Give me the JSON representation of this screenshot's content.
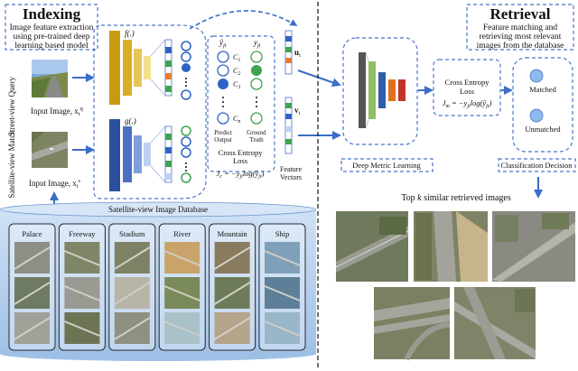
{
  "indexing": {
    "title": "Indexing",
    "desc_lines": [
      "Image feature extraction",
      "using pre-trained deep",
      "learning based model"
    ],
    "street_query": "Street-view Query",
    "satellite_match": "Satellite-view Match",
    "input_q": "Input Image, x",
    "input_q_sup": "q",
    "input_q_sub": "i",
    "input_s": "Input Image, x",
    "input_s_sup": "s",
    "input_s_sub": "i",
    "f_label": "f(.)",
    "g_label": "g(.)",
    "y_hat": "ŷ",
    "y_hat_sub": "ji",
    "y_label": "y",
    "y_sub": "ji",
    "classes": [
      "C",
      "C",
      "C",
      "C"
    ],
    "class_subs": [
      "1",
      "2",
      "3",
      "n"
    ],
    "predict_output": [
      "Predict",
      "Output"
    ],
    "ground_truth": [
      "Ground",
      "Truth"
    ],
    "ce_loss": [
      "Cross Entropy",
      "Loss"
    ],
    "ce_formula": "J",
    "ce_formula_sub": "c",
    "ce_formula_rest": " = −y",
    "ce_formula_rest_sub": "ji",
    "ce_formula_tail": "log(ŷ",
    "ce_formula_tail_sub": "ji",
    "ce_formula_end": ")",
    "u_label": "u",
    "u_sub": "i",
    "v_label": "v",
    "v_sub": "i",
    "feature_vectors": [
      "Feature",
      "Vectors"
    ]
  },
  "database": {
    "title": "Satellite-view Image Database",
    "categories": [
      "Palace",
      "Freeway",
      "Stadium",
      "River",
      "Mountain",
      "Ship"
    ]
  },
  "retrieval": {
    "title": "Retrieval",
    "desc_lines": [
      "Feature matching and",
      "retrieving most relevant",
      "images from the database"
    ],
    "loss_lines": [
      "Cross Entropy",
      "Loss"
    ],
    "loss_formula": "J",
    "loss_formula_sub": "m",
    "loss_formula_rest": " = −y",
    "loss_formula_rest_sub": "ji",
    "loss_formula_tail": "log(ŷ",
    "loss_formula_tail_sub": "ji",
    "loss_formula_end": ")",
    "matched": "Matched",
    "unmatched": "Unmatched",
    "deep_metric": "Deep Metric Learning",
    "classification": "Classification Decision",
    "topk_pre": "Top ",
    "topk_k": "k",
    "topk_post": " similar retrieved images"
  },
  "colors": {
    "gold": "#c89a12",
    "gold_mid": "#e0b83a",
    "gold_light": "#f3e08e",
    "blue_dark": "#2c4f9e",
    "blue_mid": "#6f90d6",
    "blue_light": "#bdd0f2",
    "node_blue": "#2f62c4",
    "node_green": "#3fa34d",
    "arrow": "#3b6cc8",
    "db_fill": "#a9c8ea"
  }
}
